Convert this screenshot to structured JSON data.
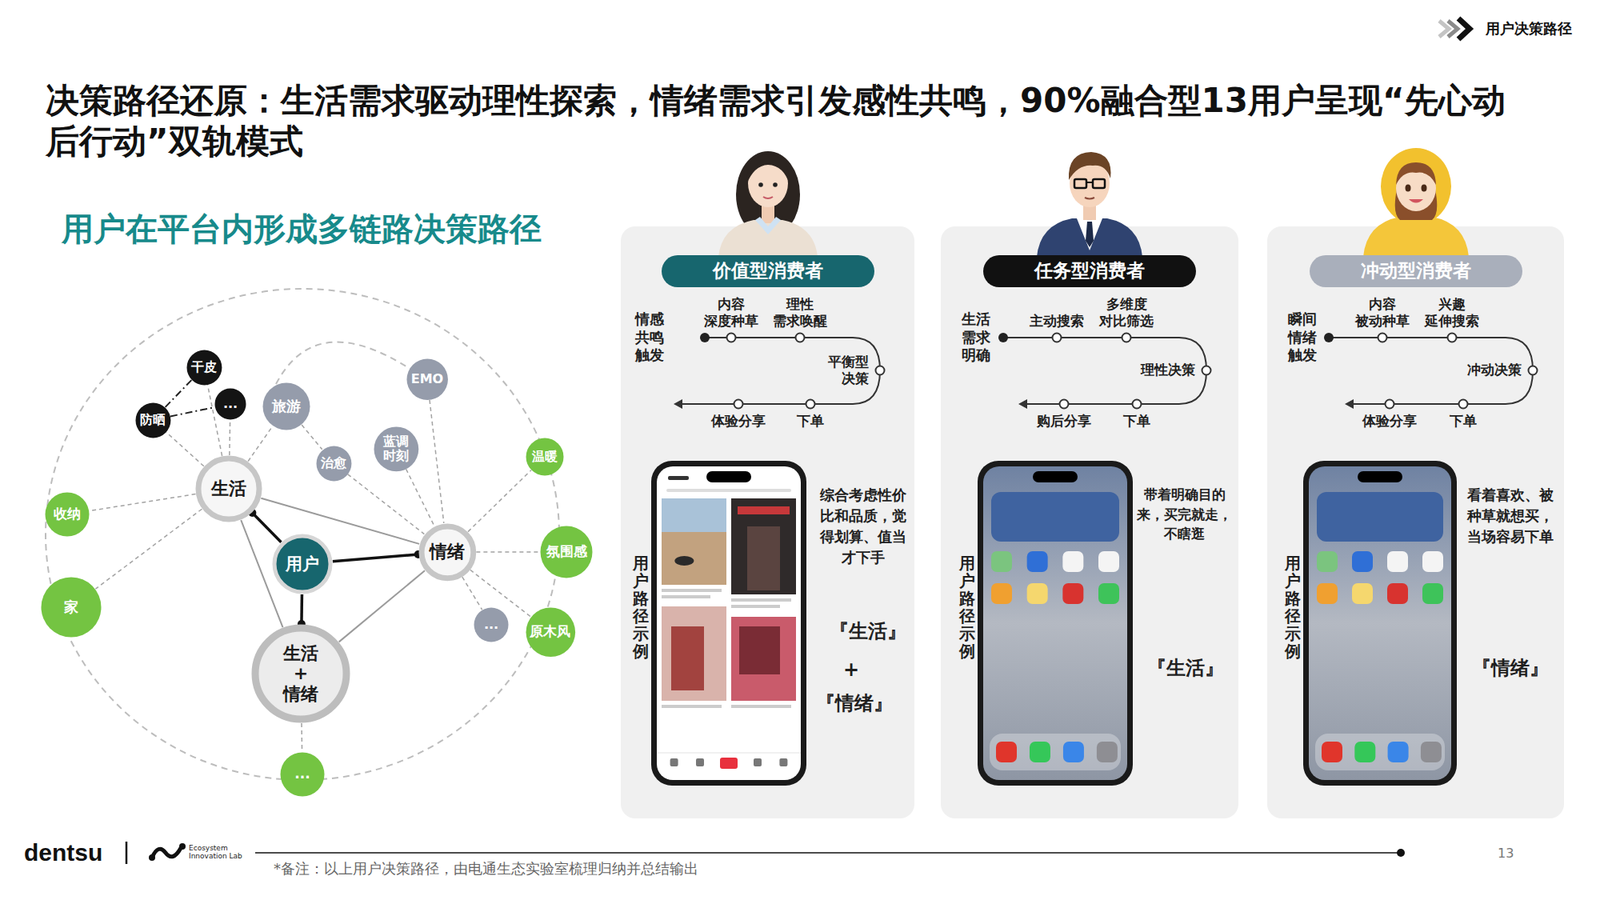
{
  "diagram": {
    "title": "决策路径还原：生活需求驱动理性探索，情绪需求引发感性共鸣，90%融合型13用户呈现“先心动 后行动”双轨模式",
    "nodes": [
      {
        "text": [
          "干皮"
        ]
      },
      {
        "text": [
          "..."
        ]
      },
      {
        "text": [
          "防晒"
        ]
      },
      {
        "text": [
          "旅游"
        ]
      },
      {
        "text": [
          "EMO"
        ]
      },
      {
        "text": [
          "蓝调 时刻"
        ]
      },
      {
        "text": [
          "治愈"
        ]
      },
      {
        "text": [
          "生活"
        ]
      },
      {
        "text": [
          "收纳"
        ]
      },
      {
        "text": [
          "家"
        ]
      },
      {
        "text": [
          "用户"
        ]
      },
      {
        "text": [
          "情绪"
        ]
      },
      {
        "text": [
          "温暖"
        ]
      },
      {
        "text": [
          "氛围感"
        ]
      },
      {
        "text": [
          "原木风"
        ]
      },
      {
        "text": [
          "..."
        ]
      },
      {
        "text": [
          "生活 + 情绪"
        ]
      },
      {
        "text": [
          "..."
        ]
      },
      {
        "text": [
          "情感 共鸣 触发",
          "内容 深度种草",
          "理性 需求唤醒",
          "平衡型 决策",
          "下单",
          "体验分享",
          "用户路径示例",
          "综合考虑性价 比和品质，觉 得划算、值当 才下手",
          "『生活』",
          "+",
          "『情绪』"
        ]
      },
      {
        "text": [
          "价值型消费者"
        ],
        "in": 18
      },
      {
        "text": [
          "生活 需求 明确",
          "主动搜索",
          "多维度 对比筛选",
          "理性决策",
          "下单",
          "购后分享",
          "用户路径示例",
          "带着明确目的 来，买完就走， 不瞎逛",
          "『生活』"
        ]
      },
      {
        "text": [
          "任务型消费者"
        ],
        "in": 20
      },
      {
        "text": [
          "瞬间 情绪 触发",
          "内容 被动种草",
          "兴趣 延伸搜索",
          "冲动决策",
          "下单",
          "体验分享",
          "用户路径示例",
          "看着喜欢、被 种草就想买， 当场容易下单",
          "『情绪』"
        ]
      },
      {
        "text": [
          "冲动型消费者"
        ],
        "in": 22
      }
    ],
    "edges": [
      {
        "from": 10,
        "to": 7,
        "arrow": "none"
      },
      {
        "from": 10,
        "to": 11,
        "arrow": "none"
      },
      {
        "from": 10,
        "to": 16,
        "arrow": "none"
      },
      {
        "from": 7,
        "to": 11,
        "arrow": "none"
      },
      {
        "from": 7,
        "to": 16,
        "arrow": "none"
      },
      {
        "from": 11,
        "to": 16,
        "arrow": "none"
      },
      {
        "from": 7,
        "to": 0,
        "arrow": "none"
      },
      {
        "from": 7,
        "to": 1,
        "arrow": "none"
      },
      {
        "from": 7,
        "to": 2,
        "arrow": "none"
      },
      {
        "from": 7,
        "to": 3,
        "arrow": "none"
      },
      {
        "from": 7,
        "to": 8,
        "arrow": "none"
      },
      {
        "from": 7,
        "to": 9,
        "arrow": "none"
      },
      {
        "from": 0,
        "to": 2,
        "arrow": "none"
      },
      {
        "from": 2,
        "to": 1,
        "arrow": "none"
      },
      {
        "from": 3,
        "to": 6,
        "arrow": "none"
      },
      {
        "from": 6,
        "to": 11,
        "arrow": "none"
      },
      {
        "from": 5,
        "to": 11,
        "arrow": "none"
      },
      {
        "from": 4,
        "to": 11,
        "arrow": "none"
      },
      {
        "from": 11,
        "to": 12,
        "arrow": "none"
      },
      {
        "from": 11,
        "to": 13,
        "arrow": "none"
      },
      {
        "from": 11,
        "to": 14,
        "arrow": "none"
      },
      {
        "from": 11,
        "to": 15,
        "arrow": "none"
      },
      {
        "from": 16,
        "to": 17,
        "arrow": "none"
      }
    ],
    "labels": [
      "用户决策路径",
      "用户在平台内形成多链路决策路径",
      "dentsu",
      "Ecosystem Innovation Lab",
      "13",
      "*备注：以上用户决策路径，由电通生态实验室梳理归纳并总结输出"
    ]
  }
}
